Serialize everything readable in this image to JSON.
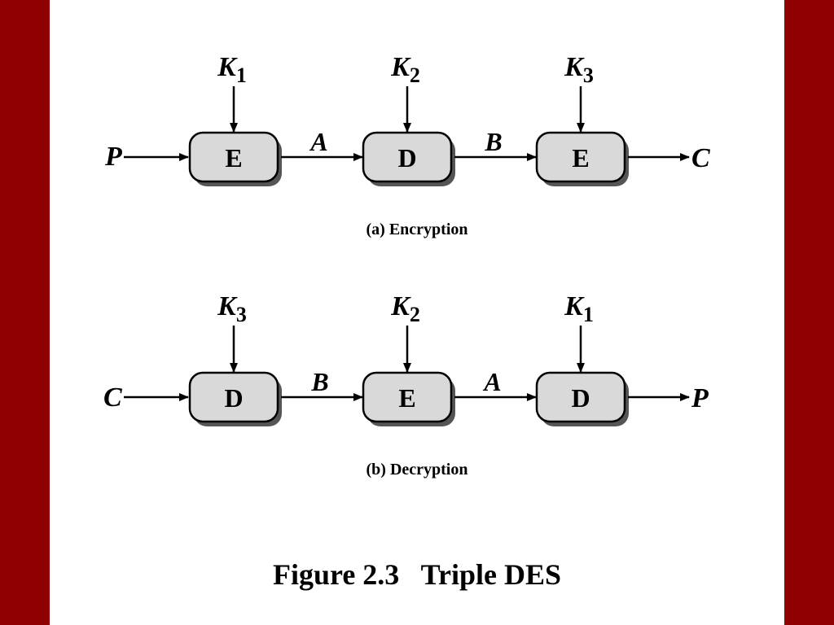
{
  "figure_title": "Figure 2.3   Triple DES",
  "encryption": {
    "caption": "(a) Encryption",
    "input": "P",
    "output": "C",
    "blocks": [
      {
        "op": "E",
        "key_letter": "K",
        "key_sub": "1"
      },
      {
        "op": "D",
        "key_letter": "K",
        "key_sub": "2"
      },
      {
        "op": "E",
        "key_letter": "K",
        "key_sub": "3"
      }
    ],
    "links": [
      "A",
      "B"
    ]
  },
  "decryption": {
    "caption": "(b) Decryption",
    "input": "C",
    "output": "P",
    "blocks": [
      {
        "op": "D",
        "key_letter": "K",
        "key_sub": "3"
      },
      {
        "op": "E",
        "key_letter": "K",
        "key_sub": "2"
      },
      {
        "op": "D",
        "key_letter": "K",
        "key_sub": "1"
      }
    ],
    "links": [
      "B",
      "A"
    ]
  },
  "colors": {
    "background": "#8f0000",
    "slide": "#ffffff",
    "block_fill": "#d9d9d9",
    "block_shadow": "#555555",
    "stroke": "#000000"
  }
}
